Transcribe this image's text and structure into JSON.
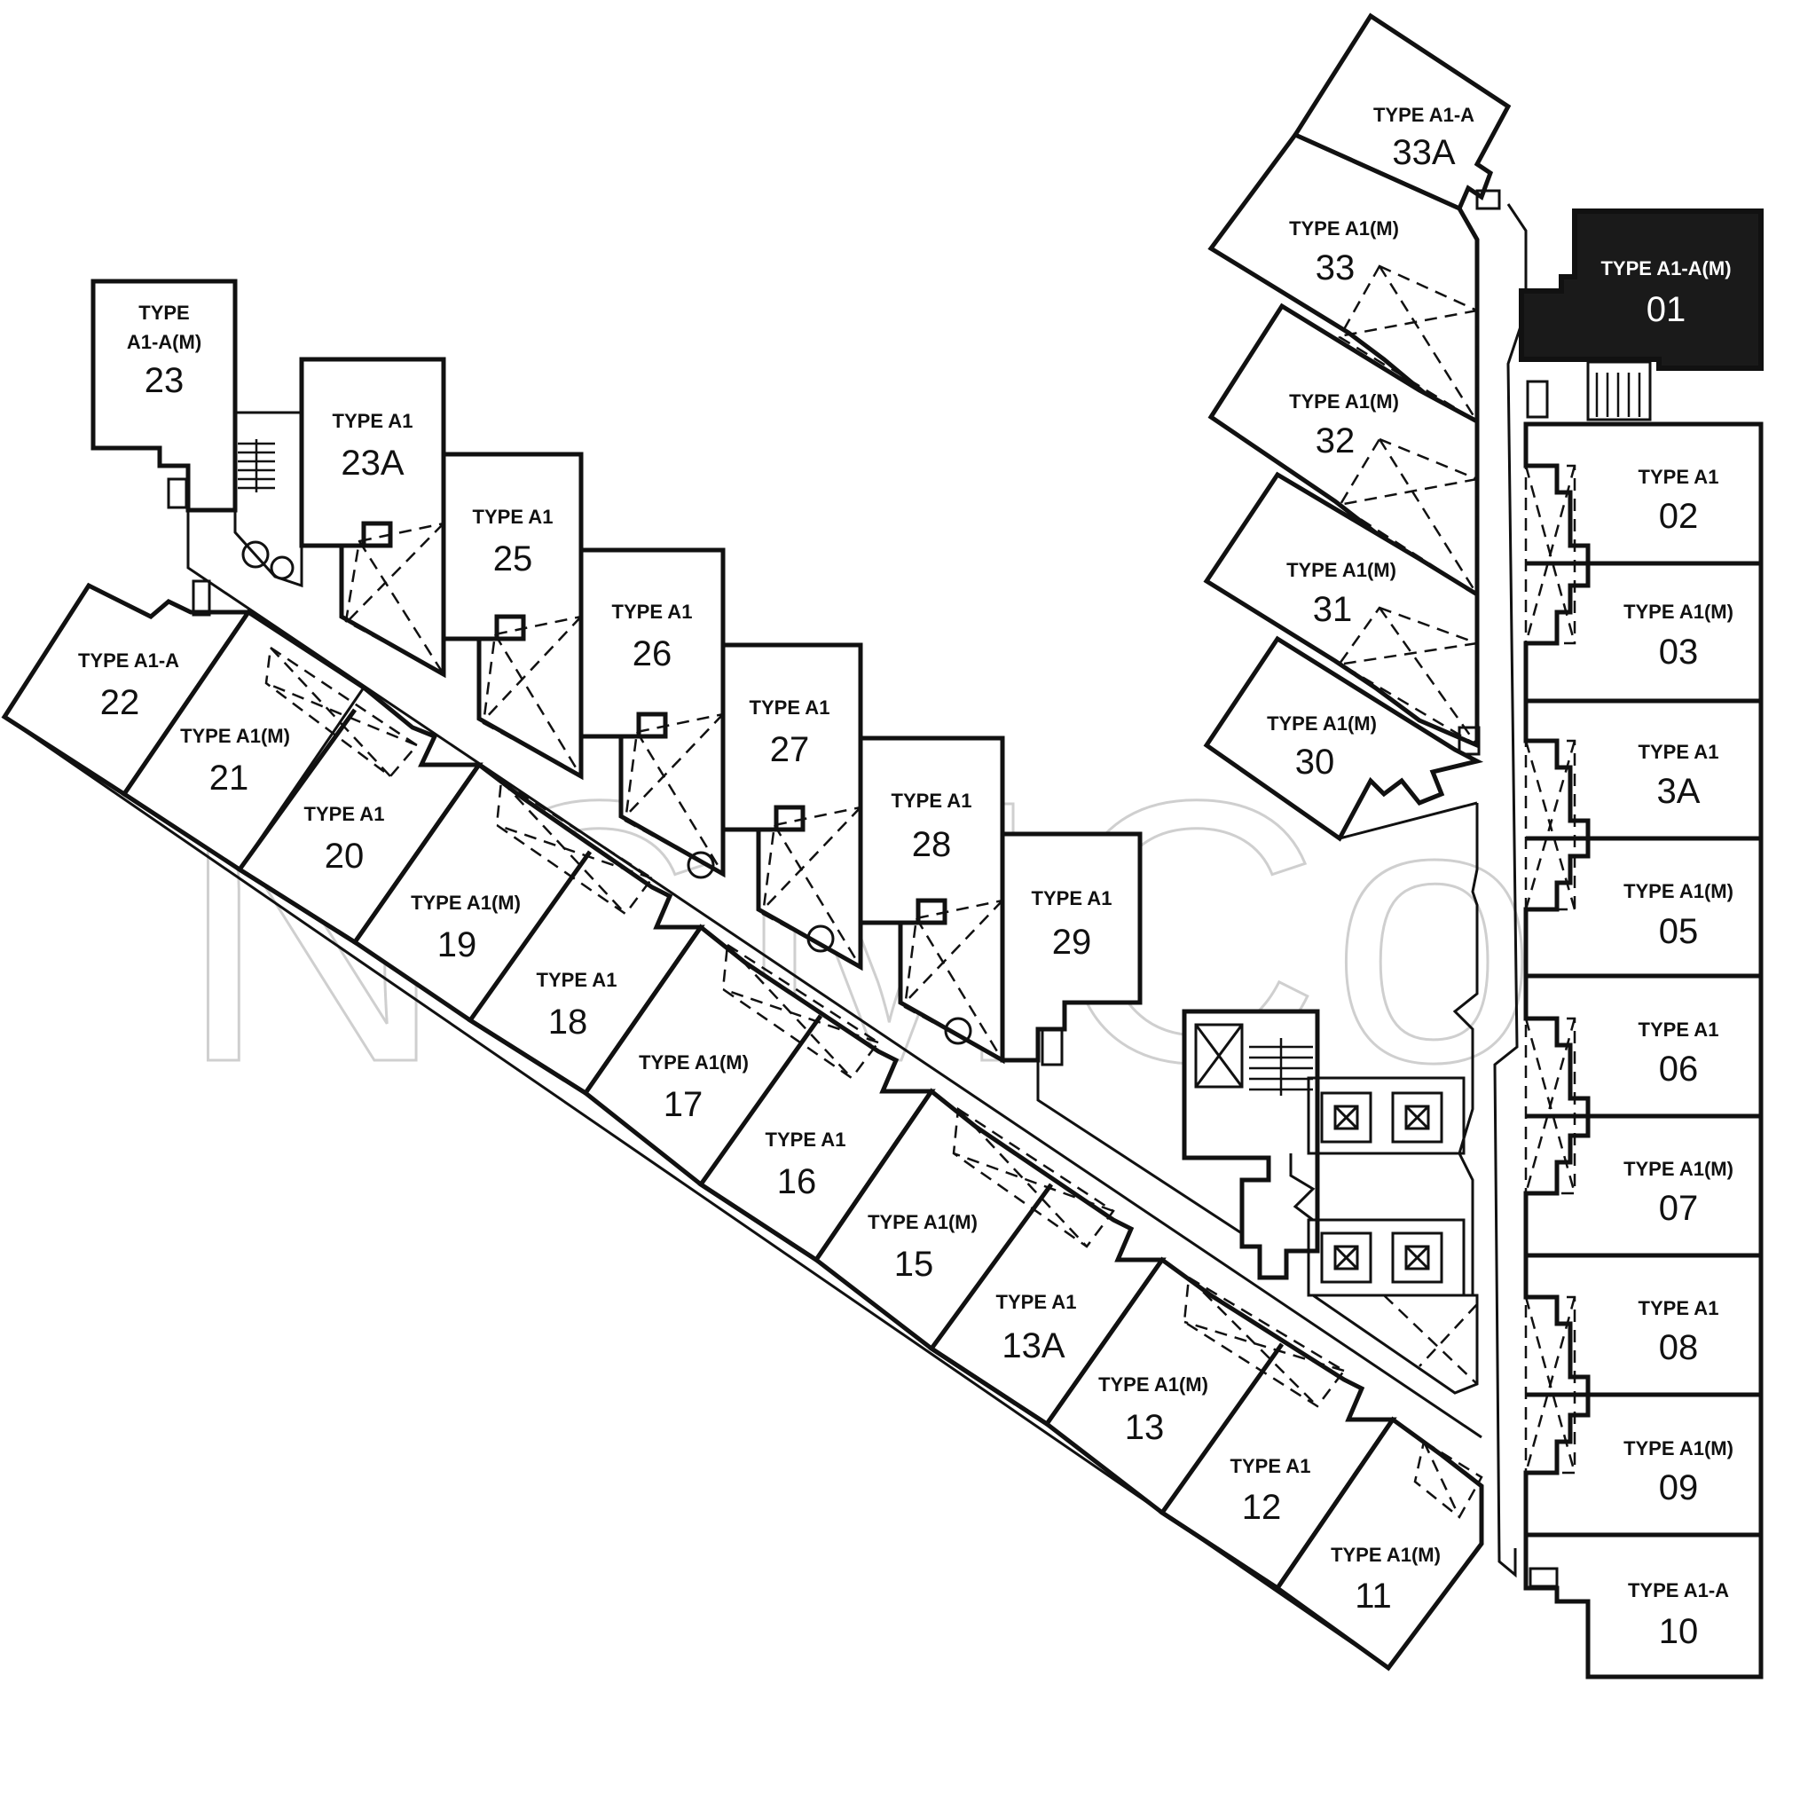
{
  "watermark": "NCMCo",
  "units": [
    {
      "id": "u23",
      "type": "TYPE A1-A(M)",
      "num": "23"
    },
    {
      "id": "u23a",
      "type": "TYPE A1",
      "num": "23A"
    },
    {
      "id": "u25",
      "type": "TYPE A1",
      "num": "25"
    },
    {
      "id": "u26",
      "type": "TYPE A1",
      "num": "26"
    },
    {
      "id": "u27",
      "type": "TYPE A1",
      "num": "27"
    },
    {
      "id": "u28",
      "type": "TYPE A1",
      "num": "28"
    },
    {
      "id": "u29",
      "type": "TYPE A1",
      "num": "29"
    },
    {
      "id": "u22",
      "type": "TYPE A1-A",
      "num": "22"
    },
    {
      "id": "u21",
      "type": "TYPE A1(M)",
      "num": "21"
    },
    {
      "id": "u20",
      "type": "TYPE A1",
      "num": "20"
    },
    {
      "id": "u19",
      "type": "TYPE A1(M)",
      "num": "19"
    },
    {
      "id": "u18",
      "type": "TYPE A1",
      "num": "18"
    },
    {
      "id": "u17",
      "type": "TYPE A1(M)",
      "num": "17"
    },
    {
      "id": "u16",
      "type": "TYPE A1",
      "num": "16"
    },
    {
      "id": "u15",
      "type": "TYPE A1(M)",
      "num": "15"
    },
    {
      "id": "u13a",
      "type": "TYPE A1",
      "num": "13A"
    },
    {
      "id": "u13",
      "type": "TYPE A1(M)",
      "num": "13"
    },
    {
      "id": "u12",
      "type": "TYPE A1",
      "num": "12"
    },
    {
      "id": "u11",
      "type": "TYPE A1(M)",
      "num": "11"
    },
    {
      "id": "u33a",
      "type": "TYPE A1-A",
      "num": "33A"
    },
    {
      "id": "u33",
      "type": "TYPE A1(M)",
      "num": "33"
    },
    {
      "id": "u32",
      "type": "TYPE A1(M)",
      "num": "32"
    },
    {
      "id": "u31",
      "type": "TYPE A1(M)",
      "num": "31"
    },
    {
      "id": "u30",
      "type": "TYPE A1(M)",
      "num": "30"
    },
    {
      "id": "u01",
      "type": "TYPE A1-A(M)",
      "num": "01"
    },
    {
      "id": "u02",
      "type": "TYPE A1",
      "num": "02"
    },
    {
      "id": "u03",
      "type": "TYPE A1(M)",
      "num": "03"
    },
    {
      "id": "u3a",
      "type": "TYPE A1",
      "num": "3A"
    },
    {
      "id": "u05",
      "type": "TYPE A1(M)",
      "num": "05"
    },
    {
      "id": "u06",
      "type": "TYPE A1",
      "num": "06"
    },
    {
      "id": "u07",
      "type": "TYPE A1(M)",
      "num": "07"
    },
    {
      "id": "u08",
      "type": "TYPE A1",
      "num": "08"
    },
    {
      "id": "u09",
      "type": "TYPE A1(M)",
      "num": "09"
    },
    {
      "id": "u10",
      "type": "TYPE A1-A",
      "num": "10"
    }
  ]
}
